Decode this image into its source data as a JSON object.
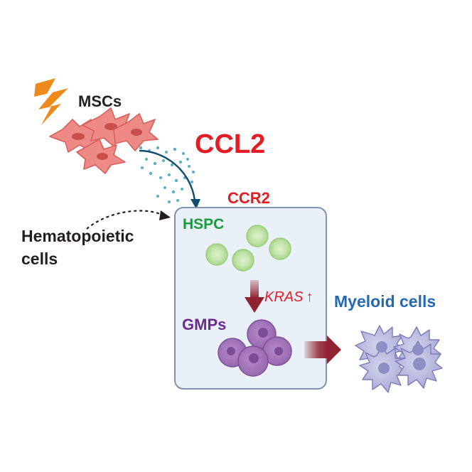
{
  "labels": {
    "mscs": "MSCs",
    "ccl2": "CCL2",
    "ccr2": "CCR2",
    "hspc": "HSPC",
    "kras": "KRAS",
    "kras_arrow": "↑",
    "gmps": "GMPs",
    "hematopoietic": "Hematopoietic",
    "cells": "cells",
    "myeloid": "Myeloid cells"
  },
  "colors": {
    "ccl2_red": "#e31d24",
    "hspc_green": "#1a9a3e",
    "gmp_purple": "#6a2d8f",
    "myeloid_blue": "#2469b4",
    "text_dark": "#231f20",
    "box_fill": "#e9f0f8",
    "box_stroke": "#7e93b0",
    "msc_fill": "#ee8a86",
    "msc_stroke": "#d8605c",
    "bolt": "#ef8a1c",
    "dots": "#5bb0c6",
    "dark_arrow": "#0f4d6a",
    "dark_red_arrow": "#8f2331"
  },
  "icons": [
    "lightning-icon",
    "msc-cell-icon",
    "hspc-cell-icon",
    "gmp-cell-icon",
    "myeloid-cell-icon"
  ]
}
